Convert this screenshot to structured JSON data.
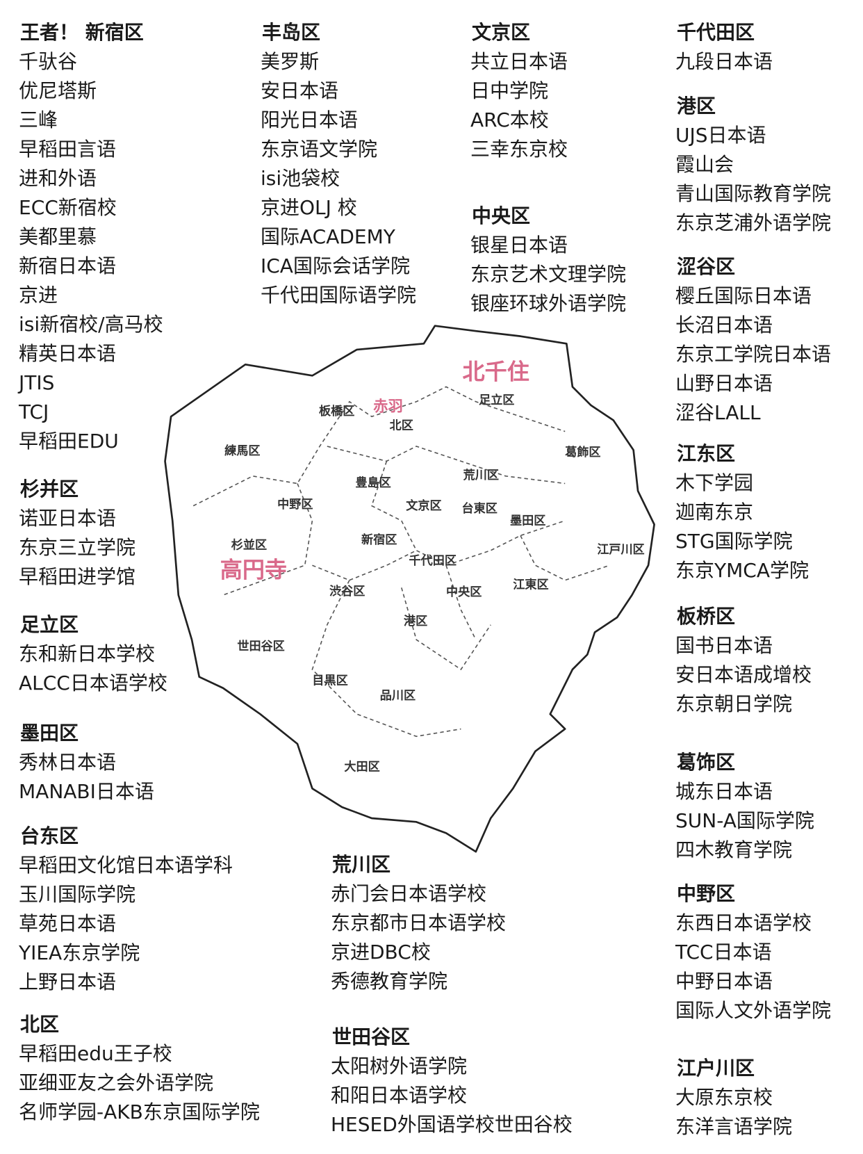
{
  "groups": [
    {
      "heading": "王者！ 新宿区",
      "items": [
        "千驮谷",
        "优尼塔斯",
        "三峰",
        "早稻田言语",
        "进和外语",
        "ECC新宿校",
        "美都里慕",
        "新宿日本语",
        "京进",
        "isi新宿校/高马校",
        "精英日本语",
        "JTIS",
        "TCJ",
        "早稻田EDU"
      ]
    },
    {
      "heading": "杉并区",
      "items": [
        "诺亚日本语",
        "东京三立学院",
        "早稻田进学馆"
      ]
    },
    {
      "heading": "足立区",
      "items": [
        "东和新日本学校",
        "ALCC日本语学校"
      ]
    },
    {
      "heading": "墨田区",
      "items": [
        "秀林日本语",
        "MANABI日本语"
      ]
    },
    {
      "heading": "台东区",
      "items": [
        "早稻田文化馆日本语学科",
        "玉川国际学院",
        "草苑日本语",
        "YIEA东京学院",
        "上野日本语"
      ]
    },
    {
      "heading": "北区",
      "items": [
        "早稻田edu王子校",
        "亚细亚友之会外语学院",
        "名师学园-AKB东京国际学院"
      ]
    },
    {
      "heading": "丰岛区",
      "items": [
        "美罗斯",
        "安日本语",
        "阳光日本语",
        "东京语文学院",
        "isi池袋校",
        "京进OLJ 校",
        "国际ACADEMY",
        "ICA国际会话学院",
        "千代田国际语学院"
      ]
    },
    {
      "heading": "荒川区",
      "items": [
        "赤门会日本语学校",
        "东京都市日本语学校",
        "京进DBC校",
        "秀德教育学院"
      ]
    },
    {
      "heading": "世田谷区",
      "items": [
        "太阳树外语学院",
        "和阳日本语学校",
        "HESED外国语学校世田谷校"
      ]
    },
    {
      "heading": "文京区",
      "items": [
        "共立日本语",
        "日中学院",
        "ARC本校",
        "三幸东京校"
      ]
    },
    {
      "heading": "中央区",
      "items": [
        "银星日本语",
        "东京艺术文理学院",
        "银座环球外语学院"
      ]
    },
    {
      "heading": "千代田区",
      "items": [
        "九段日本语"
      ]
    },
    {
      "heading": "港区",
      "items": [
        "UJS日本语",
        "霞山会",
        "青山国际教育学院",
        "东京芝浦外语学院"
      ]
    },
    {
      "heading": "涩谷区",
      "items": [
        "樱丘国际日本语",
        "长沼日本语",
        "东京工学院日本语",
        "山野日本语",
        "涩谷LALL"
      ]
    },
    {
      "heading": "江东区",
      "items": [
        "木下学园",
        "迦南东京",
        "STG国际学院",
        "东京YMCA学院"
      ]
    },
    {
      "heading": "板桥区",
      "items": [
        "国书日本语",
        "安日本语成增校",
        "东京朝日学院"
      ]
    },
    {
      "heading": "葛饰区",
      "items": [
        "城东日本语",
        "SUN-A国际学院",
        "四木教育学院"
      ]
    },
    {
      "heading": "中野区",
      "items": [
        "东西日本语学校",
        "TCC日本语",
        "中野日本语",
        "国际人文外语学院"
      ]
    },
    {
      "heading": "江户川区",
      "items": [
        "大原东京校",
        "东洋言语学院"
      ]
    }
  ],
  "map": {
    "labels": [
      "板橋区",
      "北区",
      "足立区",
      "練馬区",
      "葛飾区",
      "豊島区",
      "荒川区",
      "中野区",
      "文京区",
      "台東区",
      "墨田区",
      "杉並区",
      "新宿区",
      "千代田区",
      "江戸川区",
      "中央区",
      "江東区",
      "渋谷区",
      "港区",
      "世田谷区",
      "目黒区",
      "品川区",
      "大田区"
    ],
    "highlights": [
      "北千住",
      "赤羽",
      "高円寺"
    ],
    "accent_color": "#d9698a",
    "heading_highlight_color": "#c6f0a2"
  }
}
